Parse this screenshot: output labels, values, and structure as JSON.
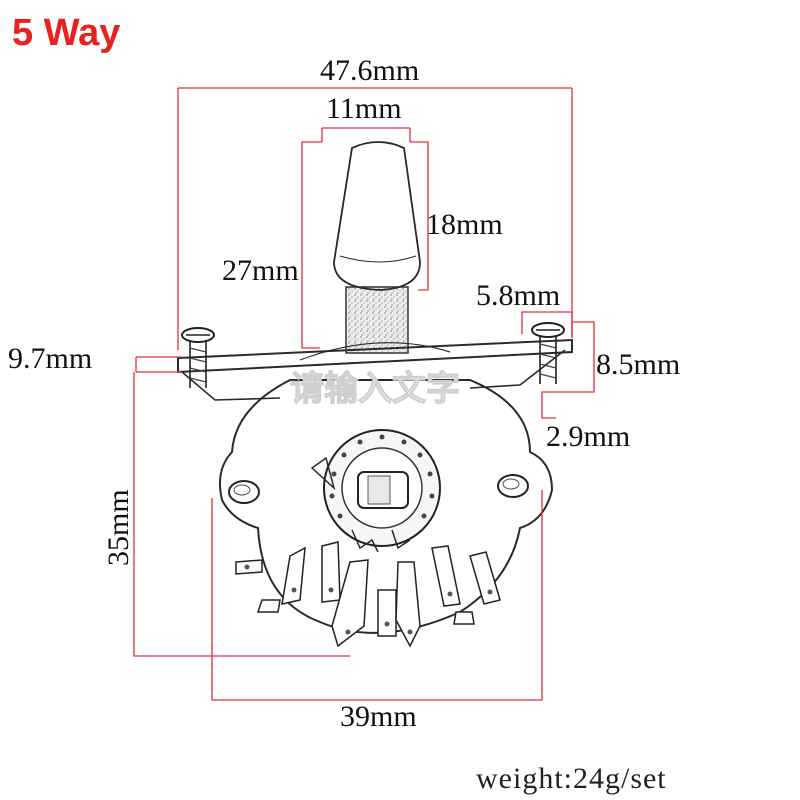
{
  "title": "5 Way",
  "title_color": "#e8201e",
  "dimension_color": "#e0303a",
  "dimensions": {
    "overall_width": "47.6mm",
    "knob_width": "11mm",
    "knob_height": "18mm",
    "lever_height": "27mm",
    "hole_offset": "5.8mm",
    "left_plate": "9.7mm",
    "right_plate": "8.5mm",
    "plate_thickness": "2.9mm",
    "body_height": "35mm",
    "body_width": "39mm"
  },
  "watermark": "请输入文字",
  "weight": "weight:24g/set"
}
